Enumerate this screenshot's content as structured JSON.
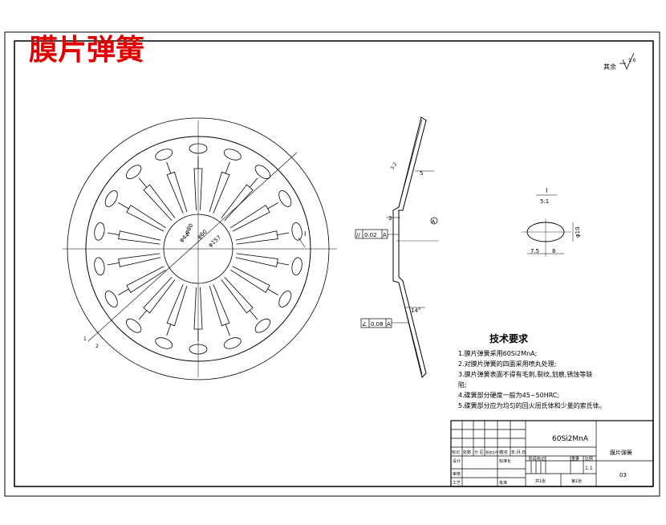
{
  "drawing": {
    "title": "膜片弹簧",
    "title_color": "#e00000",
    "line_color": "#000000",
    "roughness_note": "其余",
    "roughness_value": "1.6"
  },
  "front_view": {
    "dimensions": {
      "d1": "φ80",
      "d2": "φ44",
      "d3": "φ60",
      "d4": "φ157",
      "section_mark": "I",
      "small_1": "1",
      "small_2": "2"
    }
  },
  "section_view": {
    "roughness_value": "3.2",
    "dim_top": "5",
    "dim_left": "3",
    "circle_mark": "A",
    "angle": "14°",
    "parallel_symbol": "//",
    "parallel_value": "0.02",
    "parallel_ref": "A",
    "angle_symbol": "∠",
    "angle_value": "0.08",
    "angle_ref": "A"
  },
  "detail_view": {
    "label_top": "I",
    "label_scale": "5:1",
    "dim_height": "φ10",
    "dim_left": "7.5",
    "dim_right": "8"
  },
  "requirements": {
    "heading": "技术要求",
    "items": [
      "1.膜片弹簧采用60Si2MnA;",
      "2.对膜片弹簧的四面采用喷丸处理;",
      "3.膜片弹簧表面不得有毛刺,裂纹,划痕,锈蚀等缺",
      "陷;",
      "4.碟簧部分硬度一般为45~50HRC;",
      "5.碟簧部分应为均匀的回火屈氏体和少量的索氏体。"
    ]
  },
  "title_block": {
    "material": "60Si2MnA",
    "part_name": "膜片弹簧",
    "drawing_no": "03",
    "scale": "1:1",
    "row_labels": [
      "标记",
      "处数",
      "分 区",
      "更改文件号",
      "签名",
      "年.月.日"
    ],
    "design": "设计",
    "standardization": "标准化",
    "review": "审核",
    "process": "工艺",
    "approve": "批准",
    "stage_mark": "阶段标记",
    "weight": "重量",
    "ratio": "比例",
    "sheets_total": "共1张",
    "sheet_no": "第1张"
  }
}
